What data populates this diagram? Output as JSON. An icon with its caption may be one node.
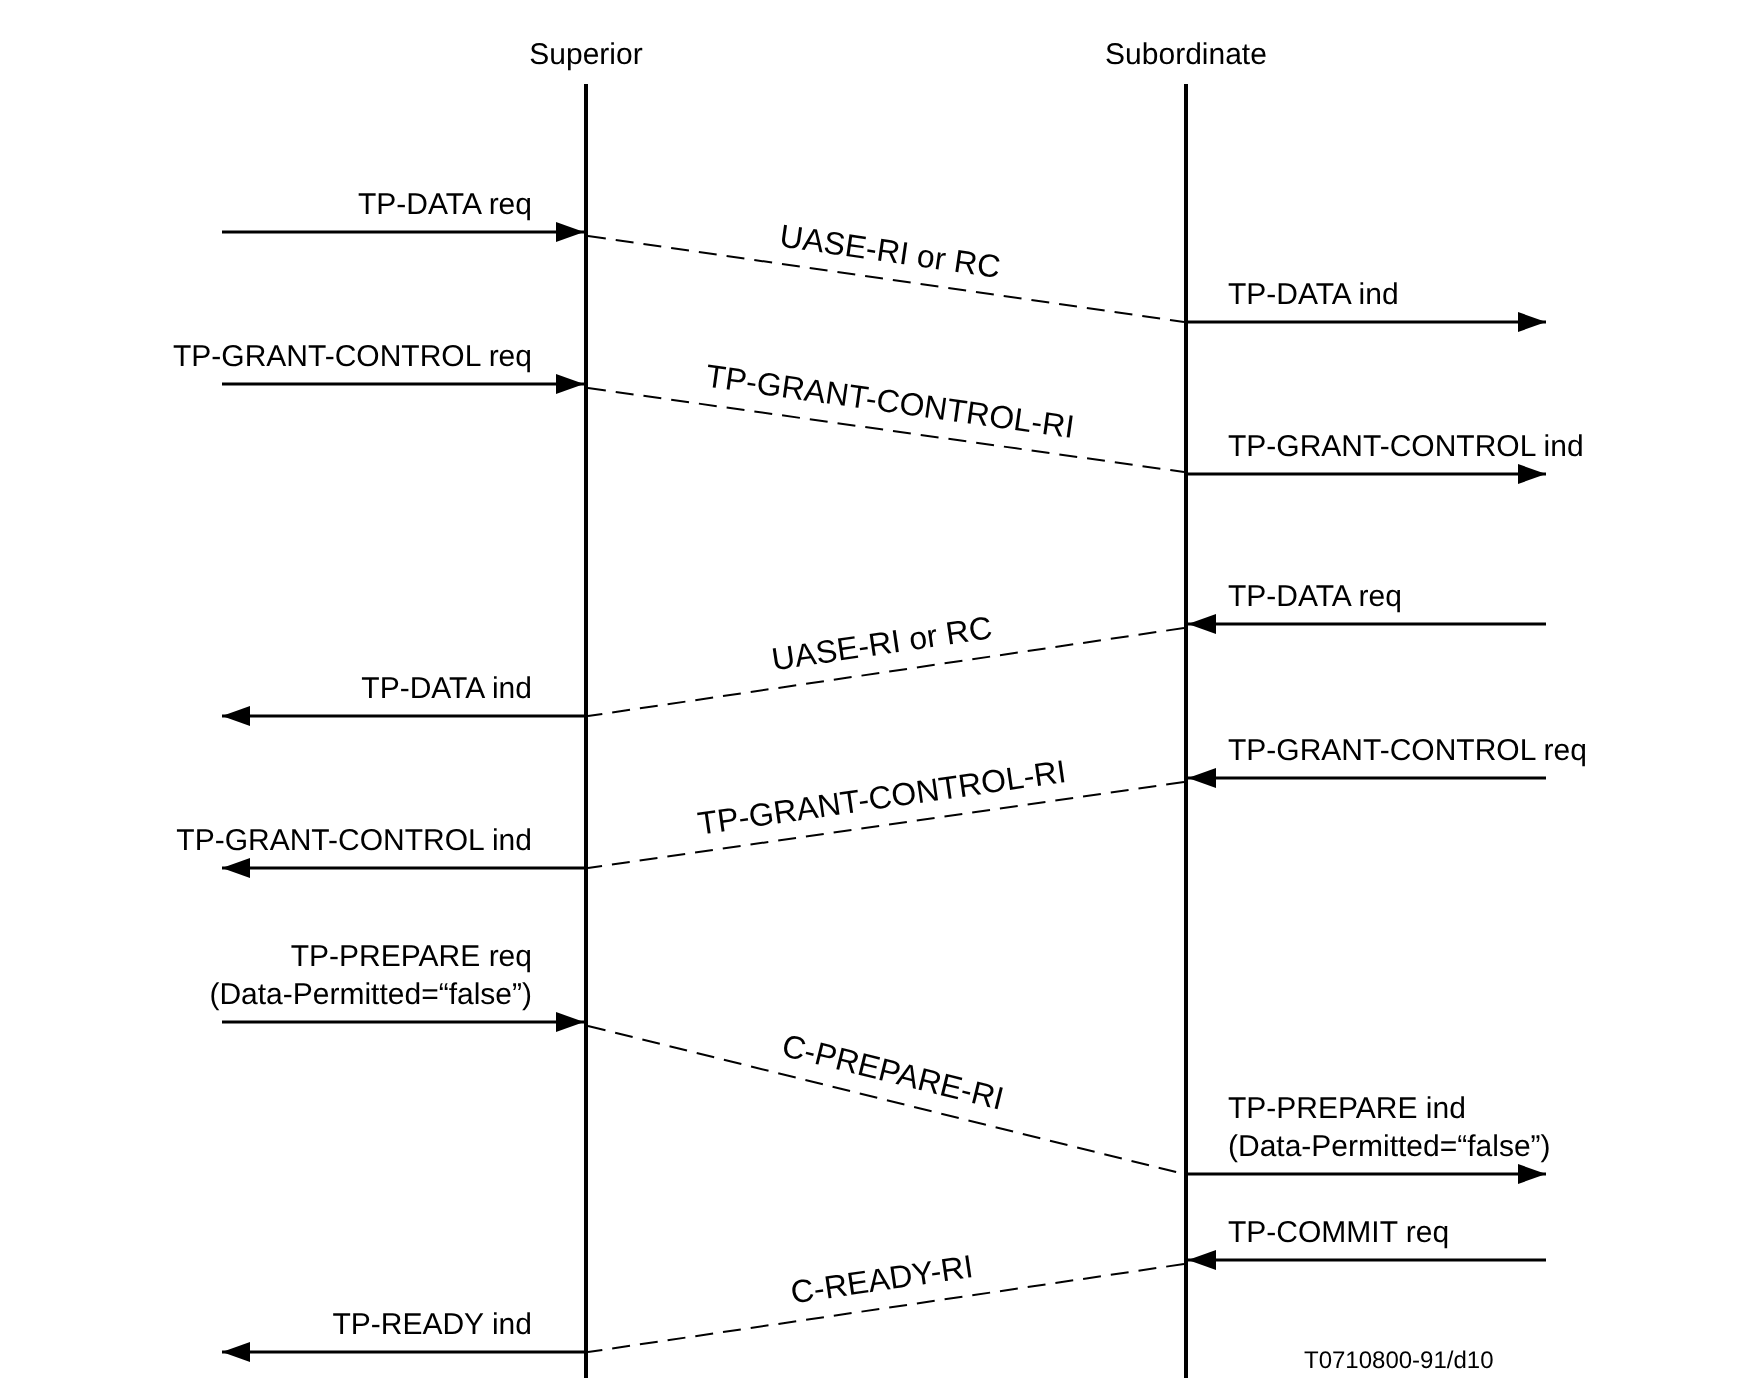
{
  "diagram": {
    "nodes": [
      {
        "text": [
          "Superior"
        ]
      },
      {
        "text": [
          "Subordinate"
        ]
      }
    ],
    "edges": [
      {
        "from": null,
        "to": 0,
        "arrow": "to",
        "label": "TP-DATA req"
      },
      {
        "from": 0,
        "to": 1,
        "arrow": "none",
        "style": "dashed",
        "label": "UASE-RI or RC"
      },
      {
        "from": 1,
        "to": null,
        "arrow": "to",
        "label": "TP-DATA ind"
      },
      {
        "from": null,
        "to": 0,
        "arrow": "to",
        "label": "TP-GRANT-CONTROL req"
      },
      {
        "from": 0,
        "to": 1,
        "arrow": "none",
        "style": "dashed",
        "label": "TP-GRANT-CONTROL-RI"
      },
      {
        "from": 1,
        "to": null,
        "arrow": "to",
        "label": "TP-GRANT-CONTROL ind"
      },
      {
        "from": null,
        "to": 1,
        "arrow": "to",
        "label": "TP-DATA req"
      },
      {
        "from": 1,
        "to": 0,
        "arrow": "none",
        "style": "dashed",
        "label": "UASE-RI or RC"
      },
      {
        "from": 0,
        "to": null,
        "arrow": "to",
        "label": "TP-DATA ind"
      },
      {
        "from": null,
        "to": 1,
        "arrow": "to",
        "label": "TP-GRANT-CONTROL req"
      },
      {
        "from": 1,
        "to": 0,
        "arrow": "none",
        "style": "dashed",
        "label": "TP-GRANT-CONTROL-RI"
      },
      {
        "from": 0,
        "to": null,
        "arrow": "to",
        "label": "TP-GRANT-CONTROL ind"
      },
      {
        "from": null,
        "to": 0,
        "arrow": "to",
        "label": "TP-PREPARE req (Data-Permitted=“false”)"
      },
      {
        "from": 0,
        "to": 1,
        "arrow": "none",
        "style": "dashed",
        "label": "C-PREPARE-RI"
      },
      {
        "from": 1,
        "to": null,
        "arrow": "to",
        "label": "TP-PREPARE ind (Data-Permitted=“false”)"
      },
      {
        "from": null,
        "to": 1,
        "arrow": "to",
        "label": "TP-COMMIT req"
      },
      {
        "from": 1,
        "to": 0,
        "arrow": "none",
        "style": "dashed",
        "label": "C-READY-RI"
      },
      {
        "from": 0,
        "to": null,
        "arrow": "to",
        "label": "TP-READY ind"
      }
    ],
    "labels": [
      "T0710800-91/d10"
    ]
  }
}
